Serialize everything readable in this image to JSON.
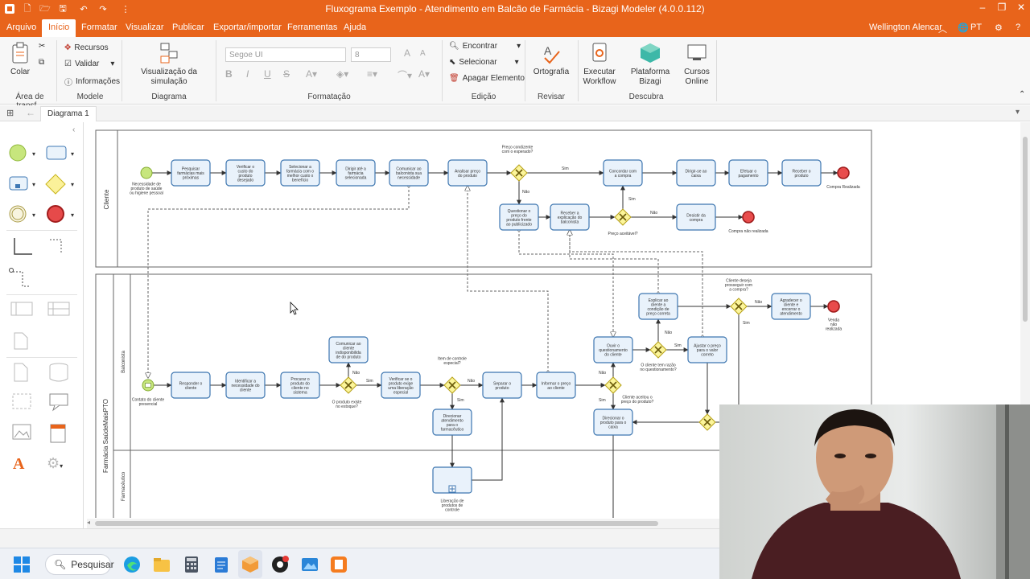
{
  "window": {
    "title": "Fluxograma Exemplo - Atendimento em Balcão de Farmácia - Bizagi Modeler (4.0.0.112)"
  },
  "menu": {
    "items": [
      "Arquivo",
      "Início",
      "Formatar",
      "Visualizar",
      "Publicar",
      "Exportar/importar",
      "Ferramentas",
      "Ajuda"
    ],
    "active": "Início",
    "user": "Wellington Alencar",
    "language": "PT"
  },
  "ribbon": {
    "clipboard": {
      "paste": "Colar",
      "label": "Área de transf..."
    },
    "model": {
      "resources": "Recursos",
      "validate": "Validar",
      "info": "Informações",
      "label": "Modele"
    },
    "diagram": {
      "sim_view": "Visualização da simulação",
      "label": "Diagrama"
    },
    "format": {
      "font": "Segoe UI",
      "size": "8",
      "label": "Formatação"
    },
    "edit": {
      "find": "Encontrar",
      "select": "Selecionar",
      "delete": "Apagar Elemento",
      "label": "Edição"
    },
    "review": {
      "spelling": "Ortografia",
      "label": "Revisar"
    },
    "discover": {
      "run_workflow": "Executar Workflow",
      "platform": "Plataforma Bizagi",
      "courses": "Cursos Online",
      "label": "Descubra"
    }
  },
  "tabs": {
    "diagram": "Diagrama 1"
  },
  "diagram": {
    "pool1": {
      "lane": "Cliente"
    },
    "pool2": {
      "name": "Farmácia SaúdeMaisPTO",
      "lane1": "Balconista",
      "lane2": "Farmacêutico"
    },
    "cliente": {
      "start_label": [
        "Necessidade de",
        "produto de saúde",
        "ou higiene pessoal"
      ],
      "t1": [
        "Pesquisar",
        "farmácias mais",
        "próximas"
      ],
      "t2": [
        "Verificar o",
        "custo do",
        "produto",
        "desejado"
      ],
      "t3": [
        "Selecionar a",
        "farmácia com o",
        "melhor custo x",
        "benefício"
      ],
      "t4": [
        "Dirigir até a",
        "farmácia",
        "selecionada"
      ],
      "t5": [
        "Comunicar ao",
        "balconista sua",
        "necessidade"
      ],
      "t6": [
        "Analisar preço",
        "do produto"
      ],
      "gw1": [
        "Preço condizente",
        "com o esperado?"
      ],
      "t7": [
        "Concordar com",
        "a compra"
      ],
      "t8": [
        "Dirigir-se ao",
        "caixa"
      ],
      "t9": [
        "Efetuar o",
        "pagamento"
      ],
      "t10": [
        "Receber o",
        "produto"
      ],
      "end1": "Compra Realizada",
      "t11": [
        "Questionar o",
        "preço do",
        "produto frente",
        "ao publicizado"
      ],
      "t12": [
        "Receber a",
        "explicação do",
        "balconista"
      ],
      "gw2": "Preço aceitável?",
      "t13": [
        "Desistir da",
        "compra"
      ],
      "end2": "Compra não realizada",
      "sim": "Sim",
      "nao": "Não"
    },
    "balconista": {
      "start_label": [
        "Contato do cliente",
        "presencial"
      ],
      "b1": [
        "Responder o",
        "cliente"
      ],
      "b2": [
        "Identificar a",
        "necessidade do",
        "cliente"
      ],
      "b3": [
        "Procurar o",
        "produto do",
        "cliente no",
        "sistema"
      ],
      "gw1": [
        "O produto existe",
        "no estoque?"
      ],
      "b4": [
        "Comunicar ao",
        "cliente",
        "indisponibilida",
        "de do produto"
      ],
      "b5": [
        "Verificar se o",
        "produto exige",
        "uma liberação",
        "especial"
      ],
      "gw2": [
        "Item de controle",
        "especial?"
      ],
      "b6": [
        "Separar o",
        "produto"
      ],
      "b7": [
        "Informar o preço",
        "ao cliente"
      ],
      "b8": [
        "Direcionar",
        "atendimento",
        "para o",
        "farmacêutico"
      ],
      "b9": [
        "Ouvir o",
        "questionamento",
        "do cliente"
      ],
      "gw3": [
        "O cliente tem razão",
        "no questionamento?"
      ],
      "b10": [
        "Explicar ao",
        "cliente a",
        "condição de",
        "preço correta"
      ],
      "gw4": [
        "Cliente deseja",
        "prosseguir com",
        "a compra?"
      ],
      "b11": [
        "Agradecer o",
        "cliente e",
        "encerrar o",
        "atendimento"
      ],
      "end": [
        "Venda",
        "não",
        "realizada"
      ],
      "b12": [
        "Ajustar o preço",
        "para o valor",
        "correto"
      ],
      "gw5": [
        "Cliente aceitou o",
        "preço do produto?"
      ],
      "b13": [
        "Direcionar o",
        "produto para o",
        "caixa"
      ]
    },
    "farmaceutico": {
      "sub": [
        "Liberação de",
        "produtos de",
        "controle"
      ]
    }
  },
  "taskbar": {
    "search": "Pesquisar"
  }
}
